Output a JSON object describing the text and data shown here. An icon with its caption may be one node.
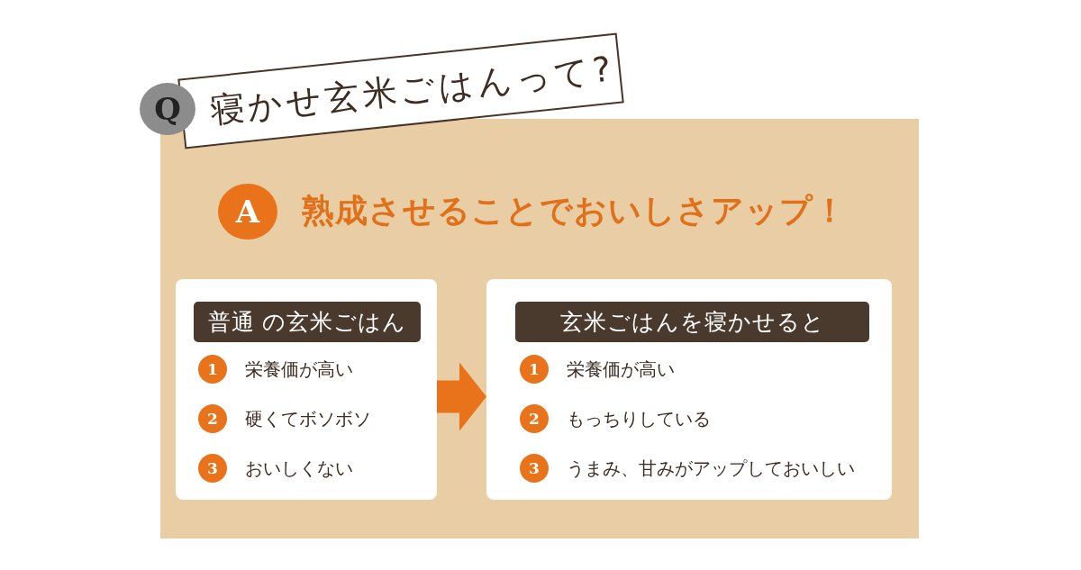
{
  "diagram": {
    "title": "寝かせ玄米ごはんって?",
    "nodes": [
      {
        "text": [
          "普通 の玄米ごはん"
        ]
      },
      {
        "text": [
          "1",
          "栄養価が高い"
        ],
        "in": 0
      },
      {
        "text": [
          "2",
          "硬くてボソボソ"
        ],
        "in": 0
      },
      {
        "text": [
          "3",
          "おいしくない"
        ],
        "in": 0
      },
      {
        "text": [
          "玄米ごはんを寝かせると"
        ]
      },
      {
        "text": [
          "1",
          "栄養価が高い"
        ],
        "in": 4
      },
      {
        "text": [
          "2",
          "もっちりしている"
        ],
        "in": 4
      },
      {
        "text": [
          "3",
          "うまみ、甘みがアップしておいしい"
        ],
        "in": 4
      }
    ],
    "edges": [
      {
        "from": 0,
        "to": 4,
        "arrow": "to"
      }
    ],
    "labels": [
      "Q",
      "A",
      "熟成させることでおいしさアップ！"
    ]
  }
}
